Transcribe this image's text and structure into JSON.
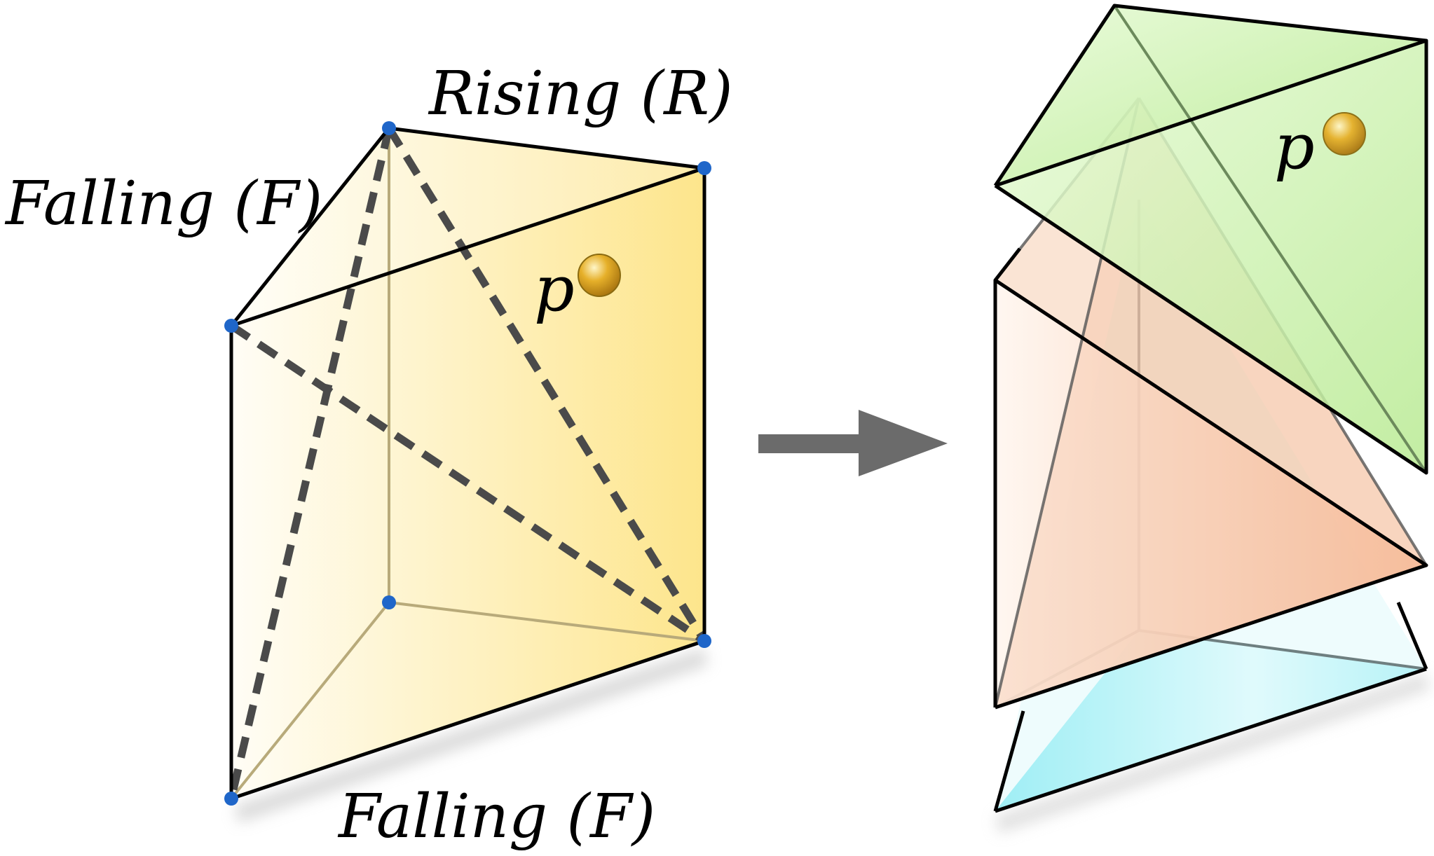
{
  "labels": {
    "rising": "Rising (R)",
    "falling_left": "Falling (F)",
    "falling_bottom": "Falling (F)",
    "point_left": "p",
    "point_right": "p"
  },
  "colors": {
    "prism_fill_light": "#fffdf4",
    "prism_fill_dark": "#fde48a",
    "top_tet": "#c9f2a8",
    "middle_tet": "#f8c9ab",
    "bottom_tet": "#8feef4",
    "vertex_dot": "#1f66c9",
    "edge": "#000000",
    "dashed_diagonal": "#4a4a4a",
    "arrow": "#6b6b6b",
    "ball": "#d9a21b"
  },
  "icons": {
    "arrow": "right-arrow-icon",
    "point": "ball-icon"
  }
}
